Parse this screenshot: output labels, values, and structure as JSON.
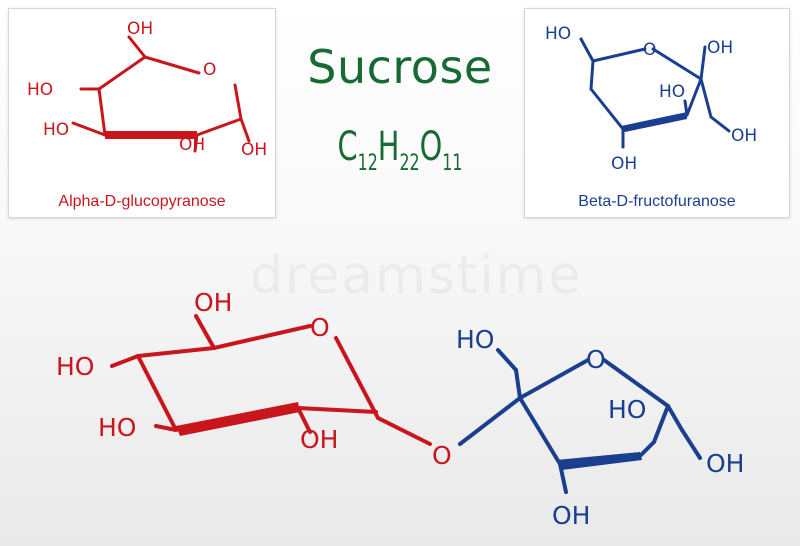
{
  "title": "Sucrose",
  "formula": {
    "c": "C",
    "c_n": "12",
    "h": "H",
    "h_n": "22",
    "o": "O",
    "o_n": "11"
  },
  "glucose_panel": {
    "caption": "Alpha-D-glucopyranose",
    "atoms": {
      "oh_top": "OH",
      "o_ring": "O",
      "ho_left": "HO",
      "ho_bottom": "HO",
      "oh_bottom": "OH",
      "oh_right": "OH"
    }
  },
  "fructose_panel": {
    "caption": "Beta-D-fructofuranose",
    "atoms": {
      "ho_top": "HO",
      "o_ring": "O",
      "oh_top_right": "OH",
      "ho_inner": "HO",
      "oh_right": "OH",
      "oh_bottom": "OH"
    }
  },
  "sucrose_structure": {
    "glucose_atoms": {
      "oh_top": "OH",
      "o_ring": "O",
      "ho_left": "HO",
      "ho_bottom": "HO",
      "oh_bottom": "OH"
    },
    "bridge_oxygen": "O",
    "fructose_atoms": {
      "ho_top": "HO",
      "o_ring": "O",
      "ho_inner": "HO",
      "oh_right": "OH",
      "oh_bottom": "OH"
    }
  },
  "watermark": "dreamstime",
  "colors": {
    "glucose": "#c9161d",
    "fructose": "#1a3f8f",
    "title": "#186a35"
  }
}
